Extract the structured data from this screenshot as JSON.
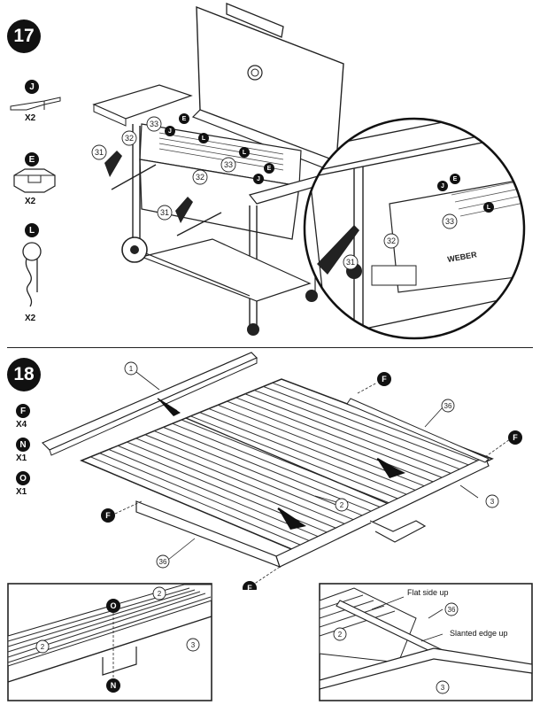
{
  "step17": {
    "number": "17",
    "hardware": [
      {
        "letter": "J",
        "qty": "X2",
        "icon": "handle-bracket-icon"
      },
      {
        "letter": "E",
        "qty": "X2",
        "icon": "nut-icon"
      },
      {
        "letter": "L",
        "qty": "X2",
        "icon": "cotter-pin-icon"
      }
    ],
    "callouts": [
      "31",
      "32",
      "33",
      "J",
      "E",
      "L"
    ]
  },
  "step18": {
    "number": "18",
    "hardware": [
      {
        "letter": "F",
        "qty": "X4"
      },
      {
        "letter": "N",
        "qty": "X1"
      },
      {
        "letter": "O",
        "qty": "X1"
      }
    ],
    "callouts": [
      "1",
      "2",
      "3",
      "36",
      "F"
    ],
    "detail_left_callouts": [
      "2",
      "3",
      "O",
      "N"
    ],
    "detail_right": {
      "flat_side_label": "Flat side up",
      "slanted_edge_label": "Slanted edge up",
      "callouts": [
        "2",
        "3",
        "36"
      ]
    }
  }
}
